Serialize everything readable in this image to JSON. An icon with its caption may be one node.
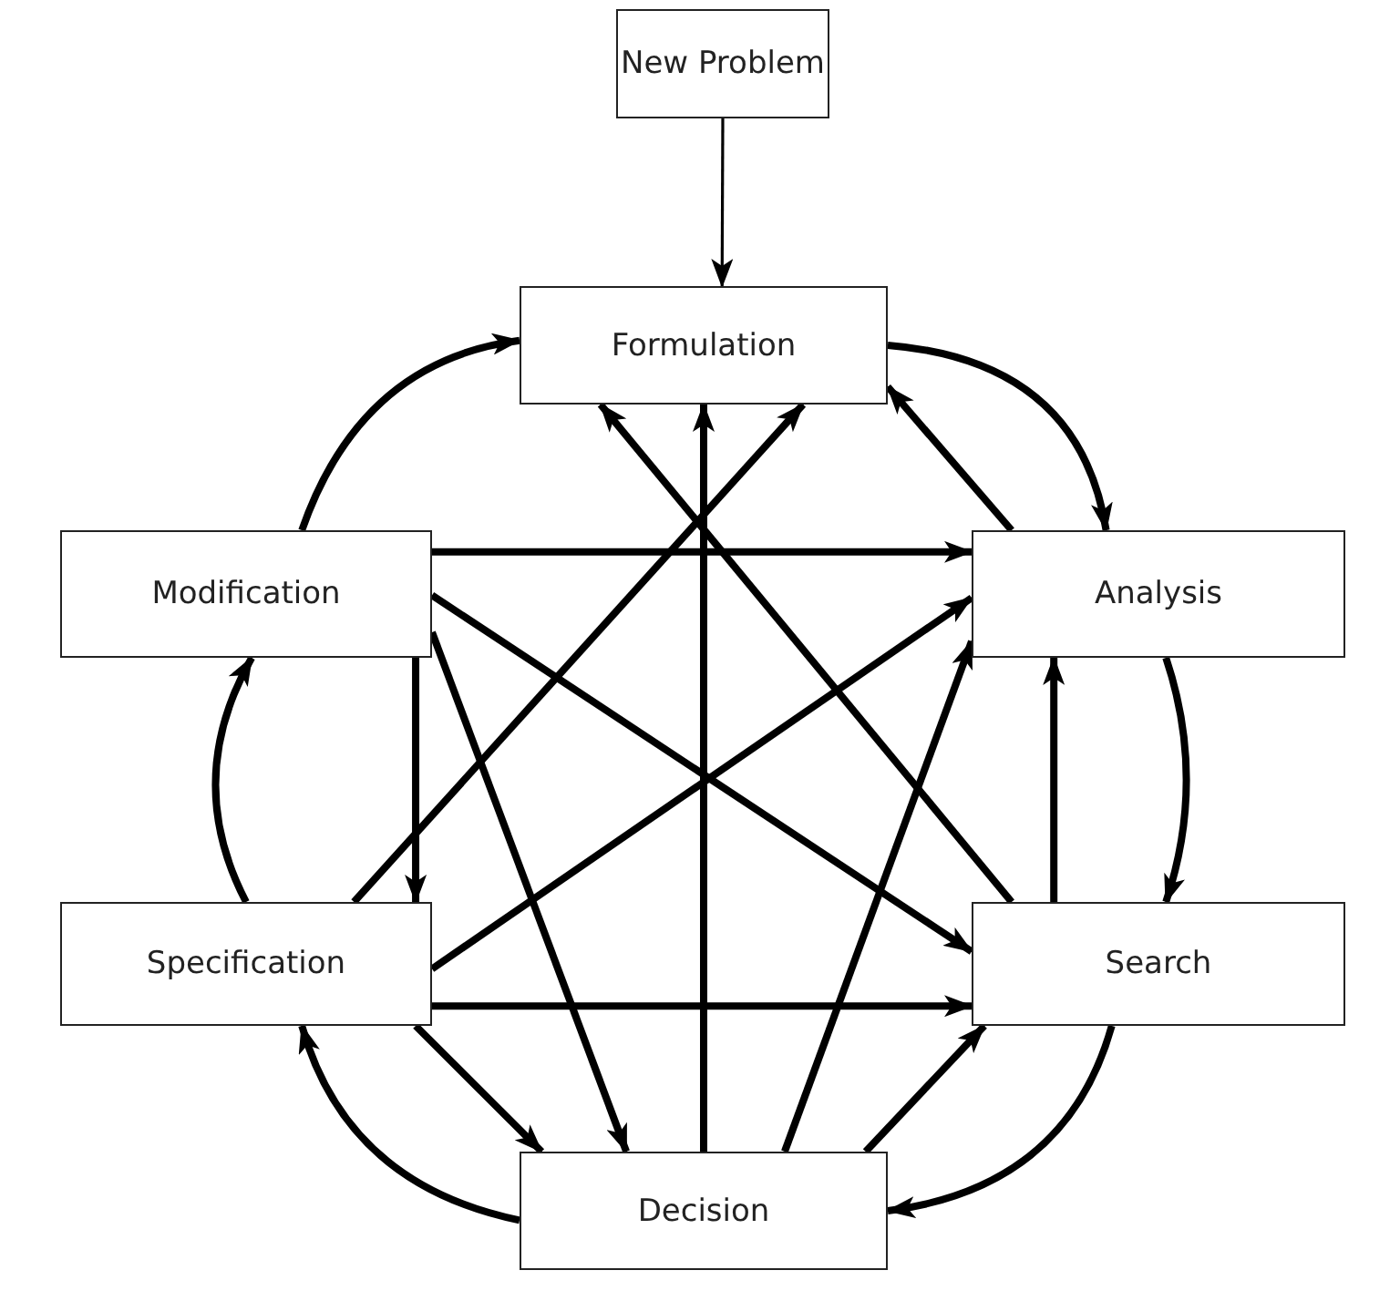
{
  "diagram": {
    "nodes": [
      {
        "text": [
          "New Problem"
        ]
      },
      {
        "text": [
          "Formulation"
        ]
      },
      {
        "text": [
          "Modification"
        ]
      },
      {
        "text": [
          "Analysis"
        ]
      },
      {
        "text": [
          "Specification"
        ]
      },
      {
        "text": [
          "Search"
        ]
      },
      {
        "text": [
          "Decision"
        ]
      }
    ],
    "edges": [
      {
        "from": 0,
        "to": 1,
        "arrow": "to"
      },
      {
        "from": 1,
        "to": 3,
        "arrow": "to"
      },
      {
        "from": 3,
        "to": 1,
        "arrow": "to"
      },
      {
        "from": 2,
        "to": 1,
        "arrow": "to"
      },
      {
        "from": 2,
        "to": 3,
        "arrow": "to"
      },
      {
        "from": 2,
        "to": 5,
        "arrow": "to"
      },
      {
        "from": 2,
        "to": 6,
        "arrow": "to"
      },
      {
        "from": 2,
        "to": 4,
        "arrow": "to"
      },
      {
        "from": 4,
        "to": 2,
        "arrow": "to"
      },
      {
        "from": 4,
        "to": 1,
        "arrow": "to"
      },
      {
        "from": 4,
        "to": 3,
        "arrow": "to"
      },
      {
        "from": 4,
        "to": 5,
        "arrow": "to"
      },
      {
        "from": 4,
        "to": 6,
        "arrow": "to"
      },
      {
        "from": 6,
        "to": 4,
        "arrow": "to"
      },
      {
        "from": 6,
        "to": 1,
        "arrow": "to"
      },
      {
        "from": 6,
        "to": 3,
        "arrow": "to"
      },
      {
        "from": 6,
        "to": 5,
        "arrow": "to"
      },
      {
        "from": 5,
        "to": 1,
        "arrow": "to"
      },
      {
        "from": 5,
        "to": 3,
        "arrow": "to"
      },
      {
        "from": 3,
        "to": 5,
        "arrow": "to"
      },
      {
        "from": 5,
        "to": 6,
        "arrow": "to"
      }
    ]
  }
}
